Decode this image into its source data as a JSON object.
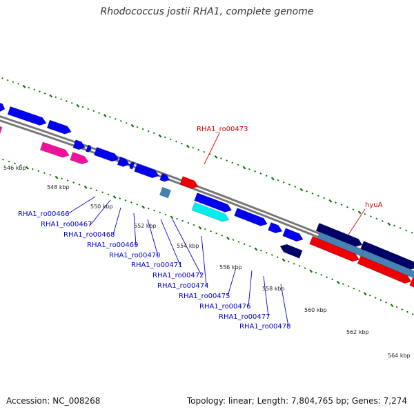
{
  "title": "Rhodococcus jostii RHA1, complete genome",
  "footer": {
    "accession": "Accession: NC_008268",
    "topology": "Topology: linear; Length: 7,804,765 bp; Genes: 7,274"
  },
  "colors": {
    "cds_blue": "#0000ee",
    "rrna_red": "#ee0000",
    "pink": "#ee1199",
    "dark_navy": "#000066",
    "steel": "#4682b4",
    "cyan": "#00eeee",
    "tick_green": "#007700",
    "label_blue": "#0000cc",
    "label_red": "#dd0000",
    "backbone": "#777777"
  },
  "kbp_labels": [
    "546 kbp",
    "548 kbp",
    "550 kbp",
    "552 kbp",
    "554 kbp",
    "556 kbp",
    "558 kbp",
    "560 kbp",
    "562 kbp",
    "564 kbp"
  ],
  "gene_labels_top": [
    "RHA1_ro00473",
    "hyuA"
  ],
  "gene_labels": [
    "RHA1_ro00466",
    "RHA1_ro00467",
    "RHA1_ro00468",
    "RHA1_ro00469",
    "RHA1_ro00470",
    "RHA1_ro00471",
    "RHA1_ro00472",
    "RHA1_ro00474",
    "RHA1_ro00475",
    "RHA1_ro00476",
    "RHA1_ro00477",
    "RHA1_ro00478"
  ]
}
